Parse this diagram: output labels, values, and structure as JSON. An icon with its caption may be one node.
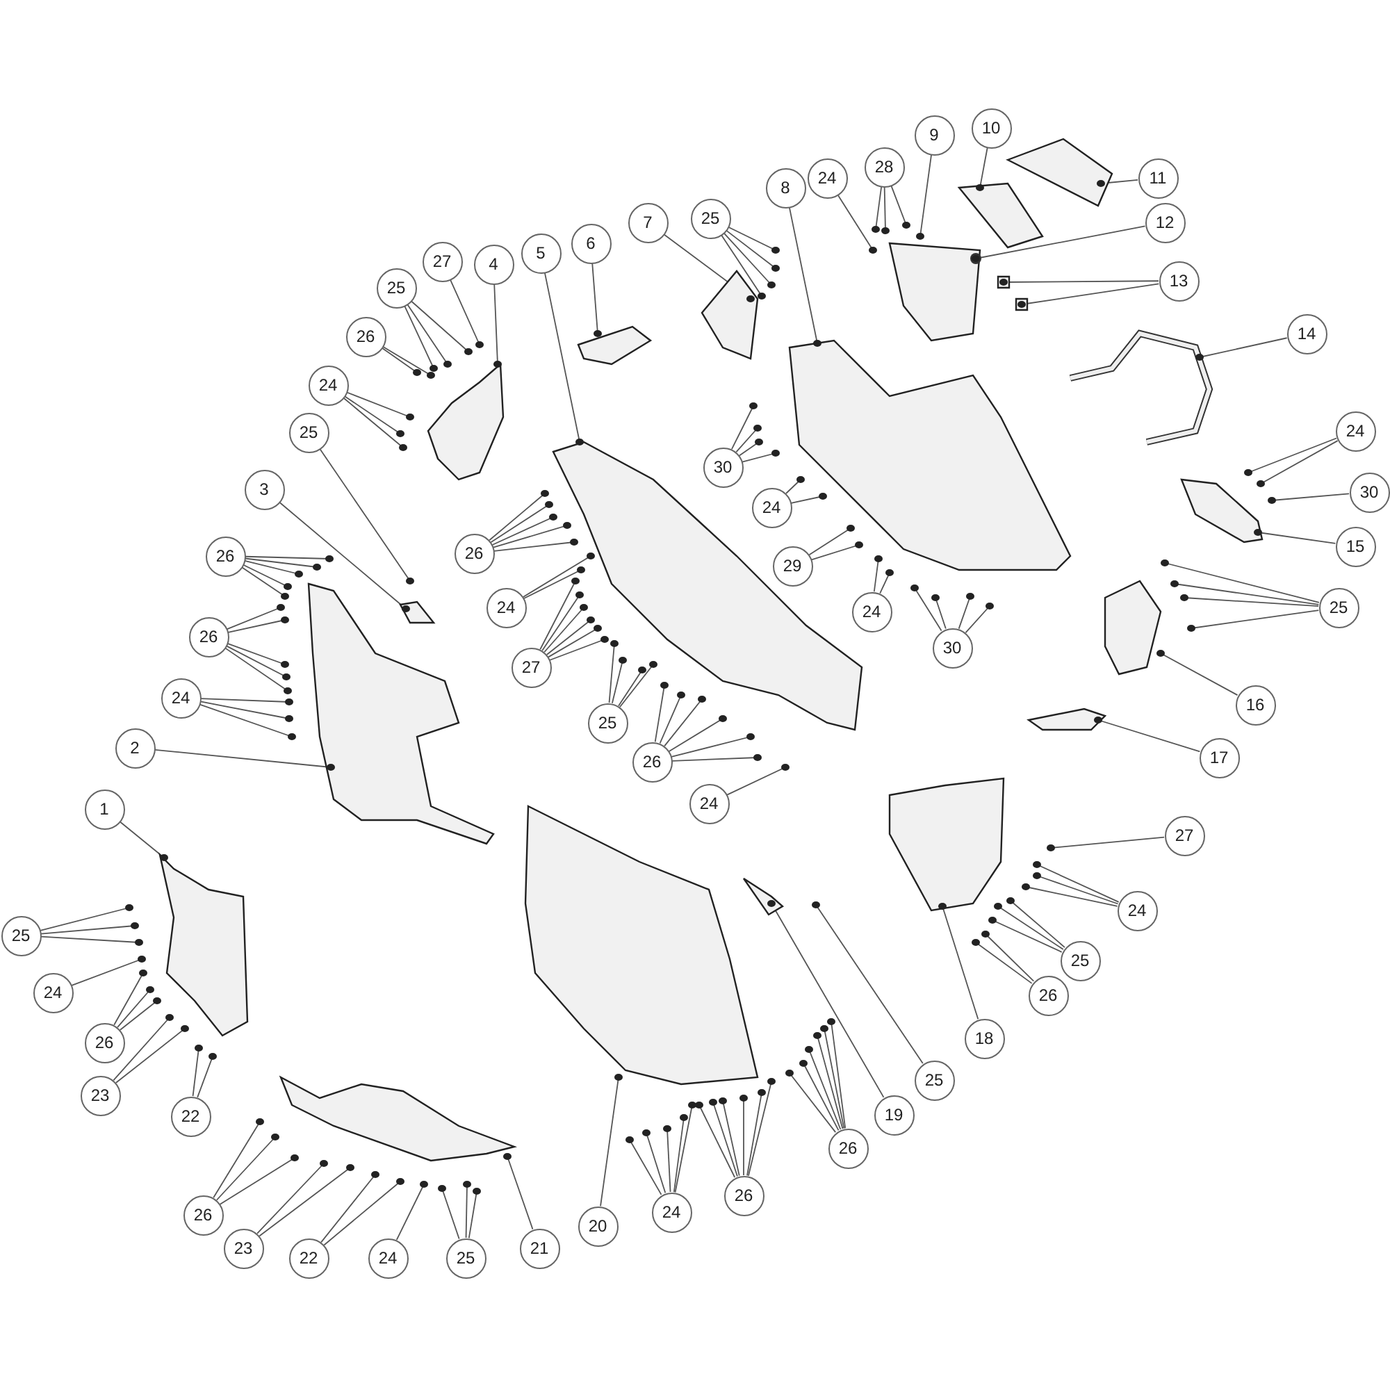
{
  "diagram": {
    "nodes": [
      {
        "text": [
          "10"
        ]
      },
      {
        "text": [
          "9"
        ]
      },
      {
        "text": [
          "28"
        ]
      },
      {
        "text": [
          "11"
        ]
      },
      {
        "text": [
          "24"
        ]
      },
      {
        "text": [
          "8"
        ]
      },
      {
        "text": [
          "25"
        ]
      },
      {
        "text": [
          "7"
        ]
      },
      {
        "text": [
          "12"
        ]
      },
      {
        "text": [
          "6"
        ]
      },
      {
        "text": [
          "5"
        ]
      },
      {
        "text": [
          "27"
        ]
      },
      {
        "text": [
          "4"
        ]
      },
      {
        "text": [
          "13"
        ]
      },
      {
        "text": [
          "25"
        ]
      },
      {
        "text": [
          "14"
        ]
      },
      {
        "text": [
          "26"
        ]
      },
      {
        "text": [
          "24"
        ]
      },
      {
        "text": [
          "25"
        ]
      },
      {
        "text": [
          "24"
        ]
      },
      {
        "text": [
          "30"
        ]
      },
      {
        "text": [
          "3"
        ]
      },
      {
        "text": [
          "30"
        ]
      },
      {
        "text": [
          "24"
        ]
      },
      {
        "text": [
          "15"
        ]
      },
      {
        "text": [
          "26"
        ]
      },
      {
        "text": [
          "26"
        ]
      },
      {
        "text": [
          "29"
        ]
      },
      {
        "text": [
          "24"
        ]
      },
      {
        "text": [
          "25"
        ]
      },
      {
        "text": [
          "24"
        ]
      },
      {
        "text": [
          "26"
        ]
      },
      {
        "text": [
          "30"
        ]
      },
      {
        "text": [
          "27"
        ]
      },
      {
        "text": [
          "24"
        ]
      },
      {
        "text": [
          "16"
        ]
      },
      {
        "text": [
          "25"
        ]
      },
      {
        "text": [
          "2"
        ]
      },
      {
        "text": [
          "17"
        ]
      },
      {
        "text": [
          "26"
        ]
      },
      {
        "text": [
          "24"
        ]
      },
      {
        "text": [
          "1"
        ]
      },
      {
        "text": [
          "27"
        ]
      },
      {
        "text": [
          "24"
        ]
      },
      {
        "text": [
          "25"
        ]
      },
      {
        "text": [
          "25"
        ]
      },
      {
        "text": [
          "24"
        ]
      },
      {
        "text": [
          "26"
        ]
      },
      {
        "text": [
          "18"
        ]
      },
      {
        "text": [
          "26"
        ]
      },
      {
        "text": [
          "23"
        ]
      },
      {
        "text": [
          "19"
        ]
      },
      {
        "text": [
          "25"
        ]
      },
      {
        "text": [
          "22"
        ]
      },
      {
        "text": [
          "26"
        ]
      },
      {
        "text": [
          "26"
        ]
      },
      {
        "text": [
          "24"
        ]
      },
      {
        "text": [
          "26"
        ]
      },
      {
        "text": [
          "20"
        ]
      },
      {
        "text": [
          "21"
        ]
      },
      {
        "text": [
          "23"
        ]
      },
      {
        "text": [
          "22"
        ]
      },
      {
        "text": [
          "24"
        ]
      },
      {
        "text": [
          "25"
        ]
      }
    ],
    "edges": [
      {
        "from": 0,
        "to": null,
        "arrow": "none"
      },
      {
        "from": 1,
        "to": null,
        "arrow": "none"
      },
      {
        "from": 2,
        "to": null,
        "arrow": "none"
      },
      {
        "from": 2,
        "to": null,
        "arrow": "none"
      },
      {
        "from": 2,
        "to": null,
        "arrow": "none"
      },
      {
        "from": 3,
        "to": null,
        "arrow": "none"
      },
      {
        "from": 4,
        "to": null,
        "arrow": "none"
      },
      {
        "from": 5,
        "to": null,
        "arrow": "none"
      },
      {
        "from": 6,
        "to": null,
        "arrow": "none"
      },
      {
        "from": 6,
        "to": null,
        "arrow": "none"
      },
      {
        "from": 6,
        "to": null,
        "arrow": "none"
      },
      {
        "from": 6,
        "to": null,
        "arrow": "none"
      },
      {
        "from": 7,
        "to": null,
        "arrow": "none"
      },
      {
        "from": 8,
        "to": null,
        "arrow": "none"
      },
      {
        "from": 9,
        "to": null,
        "arrow": "none"
      },
      {
        "from": 10,
        "to": null,
        "arrow": "none"
      },
      {
        "from": 11,
        "to": null,
        "arrow": "none"
      },
      {
        "from": 12,
        "to": null,
        "arrow": "none"
      },
      {
        "from": 13,
        "to": null,
        "arrow": "none"
      },
      {
        "from": 13,
        "to": null,
        "arrow": "none"
      },
      {
        "from": 14,
        "to": null,
        "arrow": "none"
      },
      {
        "from": 14,
        "to": null,
        "arrow": "none"
      },
      {
        "from": 14,
        "to": null,
        "arrow": "none"
      },
      {
        "from": 15,
        "to": null,
        "arrow": "none"
      },
      {
        "from": 16,
        "to": null,
        "arrow": "none"
      },
      {
        "from": 16,
        "to": null,
        "arrow": "none"
      },
      {
        "from": 17,
        "to": null,
        "arrow": "none"
      },
      {
        "from": 17,
        "to": null,
        "arrow": "none"
      },
      {
        "from": 17,
        "to": null,
        "arrow": "none"
      },
      {
        "from": 18,
        "to": null,
        "arrow": "none"
      },
      {
        "from": 19,
        "to": null,
        "arrow": "none"
      },
      {
        "from": 19,
        "to": null,
        "arrow": "none"
      },
      {
        "from": 20,
        "to": null,
        "arrow": "none"
      },
      {
        "from": 20,
        "to": null,
        "arrow": "none"
      },
      {
        "from": 20,
        "to": null,
        "arrow": "none"
      },
      {
        "from": 20,
        "to": null,
        "arrow": "none"
      },
      {
        "from": 21,
        "to": null,
        "arrow": "none"
      },
      {
        "from": 22,
        "to": null,
        "arrow": "none"
      },
      {
        "from": 23,
        "to": null,
        "arrow": "none"
      },
      {
        "from": 23,
        "to": null,
        "arrow": "none"
      },
      {
        "from": 24,
        "to": null,
        "arrow": "none"
      },
      {
        "from": 25,
        "to": null,
        "arrow": "none"
      },
      {
        "from": 25,
        "to": null,
        "arrow": "none"
      },
      {
        "from": 25,
        "to": null,
        "arrow": "none"
      },
      {
        "from": 25,
        "to": null,
        "arrow": "none"
      },
      {
        "from": 25,
        "to": null,
        "arrow": "none"
      },
      {
        "from": 26,
        "to": null,
        "arrow": "none"
      },
      {
        "from": 26,
        "to": null,
        "arrow": "none"
      },
      {
        "from": 26,
        "to": null,
        "arrow": "none"
      },
      {
        "from": 26,
        "to": null,
        "arrow": "none"
      },
      {
        "from": 26,
        "to": null,
        "arrow": "none"
      },
      {
        "from": 27,
        "to": null,
        "arrow": "none"
      },
      {
        "from": 27,
        "to": null,
        "arrow": "none"
      },
      {
        "from": 28,
        "to": null,
        "arrow": "none"
      },
      {
        "from": 28,
        "to": null,
        "arrow": "none"
      },
      {
        "from": 29,
        "to": null,
        "arrow": "none"
      },
      {
        "from": 29,
        "to": null,
        "arrow": "none"
      },
      {
        "from": 29,
        "to": null,
        "arrow": "none"
      },
      {
        "from": 29,
        "to": null,
        "arrow": "none"
      },
      {
        "from": 30,
        "to": null,
        "arrow": "none"
      },
      {
        "from": 30,
        "to": null,
        "arrow": "none"
      },
      {
        "from": 31,
        "to": null,
        "arrow": "none"
      },
      {
        "from": 31,
        "to": null,
        "arrow": "none"
      },
      {
        "from": 31,
        "to": null,
        "arrow": "none"
      },
      {
        "from": 31,
        "to": null,
        "arrow": "none"
      },
      {
        "from": 31,
        "to": null,
        "arrow": "none"
      },
      {
        "from": 32,
        "to": null,
        "arrow": "none"
      },
      {
        "from": 32,
        "to": null,
        "arrow": "none"
      },
      {
        "from": 32,
        "to": null,
        "arrow": "none"
      },
      {
        "from": 32,
        "to": null,
        "arrow": "none"
      },
      {
        "from": 33,
        "to": null,
        "arrow": "none"
      },
      {
        "from": 33,
        "to": null,
        "arrow": "none"
      },
      {
        "from": 33,
        "to": null,
        "arrow": "none"
      },
      {
        "from": 33,
        "to": null,
        "arrow": "none"
      },
      {
        "from": 33,
        "to": null,
        "arrow": "none"
      },
      {
        "from": 33,
        "to": null,
        "arrow": "none"
      },
      {
        "from": 34,
        "to": null,
        "arrow": "none"
      },
      {
        "from": 34,
        "to": null,
        "arrow": "none"
      },
      {
        "from": 34,
        "to": null,
        "arrow": "none"
      },
      {
        "from": 35,
        "to": null,
        "arrow": "none"
      },
      {
        "from": 36,
        "to": null,
        "arrow": "none"
      },
      {
        "from": 36,
        "to": null,
        "arrow": "none"
      },
      {
        "from": 36,
        "to": null,
        "arrow": "none"
      },
      {
        "from": 36,
        "to": null,
        "arrow": "none"
      },
      {
        "from": 37,
        "to": null,
        "arrow": "none"
      },
      {
        "from": 38,
        "to": null,
        "arrow": "none"
      },
      {
        "from": 39,
        "to": null,
        "arrow": "none"
      },
      {
        "from": 39,
        "to": null,
        "arrow": "none"
      },
      {
        "from": 39,
        "to": null,
        "arrow": "none"
      },
      {
        "from": 39,
        "to": null,
        "arrow": "none"
      },
      {
        "from": 39,
        "to": null,
        "arrow": "none"
      },
      {
        "from": 39,
        "to": null,
        "arrow": "none"
      },
      {
        "from": 40,
        "to": null,
        "arrow": "none"
      },
      {
        "from": 41,
        "to": null,
        "arrow": "none"
      },
      {
        "from": 42,
        "to": null,
        "arrow": "none"
      },
      {
        "from": 43,
        "to": null,
        "arrow": "none"
      },
      {
        "from": 43,
        "to": null,
        "arrow": "none"
      },
      {
        "from": 43,
        "to": null,
        "arrow": "none"
      },
      {
        "from": 44,
        "to": null,
        "arrow": "none"
      },
      {
        "from": 44,
        "to": null,
        "arrow": "none"
      },
      {
        "from": 44,
        "to": null,
        "arrow": "none"
      },
      {
        "from": 45,
        "to": null,
        "arrow": "none"
      },
      {
        "from": 45,
        "to": null,
        "arrow": "none"
      },
      {
        "from": 45,
        "to": null,
        "arrow": "none"
      },
      {
        "from": 46,
        "to": null,
        "arrow": "none"
      },
      {
        "from": 47,
        "to": null,
        "arrow": "none"
      },
      {
        "from": 47,
        "to": null,
        "arrow": "none"
      },
      {
        "from": 48,
        "to": null,
        "arrow": "none"
      },
      {
        "from": 49,
        "to": null,
        "arrow": "none"
      },
      {
        "from": 49,
        "to": null,
        "arrow": "none"
      },
      {
        "from": 49,
        "to": null,
        "arrow": "none"
      },
      {
        "from": 50,
        "to": null,
        "arrow": "none"
      },
      {
        "from": 50,
        "to": null,
        "arrow": "none"
      },
      {
        "from": 51,
        "to": null,
        "arrow": "none"
      },
      {
        "from": 52,
        "to": null,
        "arrow": "none"
      },
      {
        "from": 53,
        "to": null,
        "arrow": "none"
      },
      {
        "from": 53,
        "to": null,
        "arrow": "none"
      },
      {
        "from": 54,
        "to": null,
        "arrow": "none"
      },
      {
        "from": 54,
        "to": null,
        "arrow": "none"
      },
      {
        "from": 54,
        "to": null,
        "arrow": "none"
      },
      {
        "from": 54,
        "to": null,
        "arrow": "none"
      },
      {
        "from": 54,
        "to": null,
        "arrow": "none"
      },
      {
        "from": 54,
        "to": null,
        "arrow": "none"
      },
      {
        "from": 55,
        "to": null,
        "arrow": "none"
      },
      {
        "from": 55,
        "to": null,
        "arrow": "none"
      },
      {
        "from": 55,
        "to": null,
        "arrow": "none"
      },
      {
        "from": 55,
        "to": null,
        "arrow": "none"
      },
      {
        "from": 55,
        "to": null,
        "arrow": "none"
      },
      {
        "from": 55,
        "to": null,
        "arrow": "none"
      },
      {
        "from": 56,
        "to": null,
        "arrow": "none"
      },
      {
        "from": 56,
        "to": null,
        "arrow": "none"
      },
      {
        "from": 56,
        "to": null,
        "arrow": "none"
      },
      {
        "from": 56,
        "to": null,
        "arrow": "none"
      },
      {
        "from": 56,
        "to": null,
        "arrow": "none"
      },
      {
        "from": 57,
        "to": null,
        "arrow": "none"
      },
      {
        "from": 57,
        "to": null,
        "arrow": "none"
      },
      {
        "from": 57,
        "to": null,
        "arrow": "none"
      },
      {
        "from": 58,
        "to": null,
        "arrow": "none"
      },
      {
        "from": 59,
        "to": null,
        "arrow": "none"
      },
      {
        "from": 60,
        "to": null,
        "arrow": "none"
      },
      {
        "from": 60,
        "to": null,
        "arrow": "none"
      },
      {
        "from": 61,
        "to": null,
        "arrow": "none"
      },
      {
        "from": 61,
        "to": null,
        "arrow": "none"
      },
      {
        "from": 62,
        "to": null,
        "arrow": "none"
      },
      {
        "from": 63,
        "to": null,
        "arrow": "none"
      },
      {
        "from": 63,
        "to": null,
        "arrow": "none"
      },
      {
        "from": 63,
        "to": null,
        "arrow": "none"
      }
    ]
  }
}
